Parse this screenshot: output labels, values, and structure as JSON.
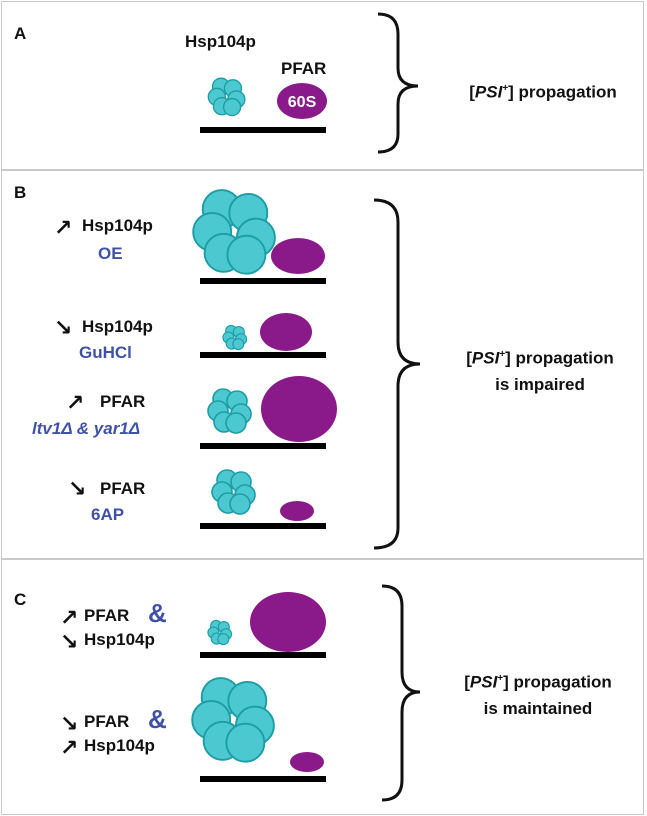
{
  "panel_a": {
    "letter": "A",
    "hsp_label": "Hsp104p",
    "pfar_label": "PFAR",
    "ribosome_label": "60S",
    "outcome_pre": "[",
    "outcome_italic": "PSI",
    "outcome_sup": "+",
    "outcome_post": "] propagation"
  },
  "panel_b": {
    "letter": "B",
    "rows": [
      {
        "arrow": "↗",
        "label": "Hsp104p",
        "condition": "OE"
      },
      {
        "arrow": "↘",
        "label": "Hsp104p",
        "condition": "GuHCl"
      },
      {
        "arrow": "↗",
        "label": "PFAR",
        "condition": "ltv1Δ & yar1Δ"
      },
      {
        "arrow": "↘",
        "label": "PFAR",
        "condition": "6AP"
      }
    ],
    "outcome_pre": "[",
    "outcome_italic": "PSI",
    "outcome_sup": "+",
    "outcome_post": "] propagation",
    "outcome_line2": "is impaired"
  },
  "panel_c": {
    "letter": "C",
    "rows": [
      {
        "arrow1": "↗",
        "label1": "PFAR",
        "amp": "&",
        "arrow2": "↘",
        "label2": "Hsp104p"
      },
      {
        "arrow1": "↘",
        "label1": "PFAR",
        "amp": "&",
        "arrow2": "↗",
        "label2": "Hsp104p"
      }
    ],
    "outcome_pre": "[",
    "outcome_italic": "PSI",
    "outcome_sup": "+",
    "outcome_post": "] propagation",
    "outcome_line2": "is maintained"
  },
  "colors": {
    "hsp_fill": "#4cc9d0",
    "hsp_stroke": "#1c9ca5",
    "pfar_fill": "#8a1a8a",
    "condition_text": "#3f52a8",
    "bar": "#000000"
  }
}
